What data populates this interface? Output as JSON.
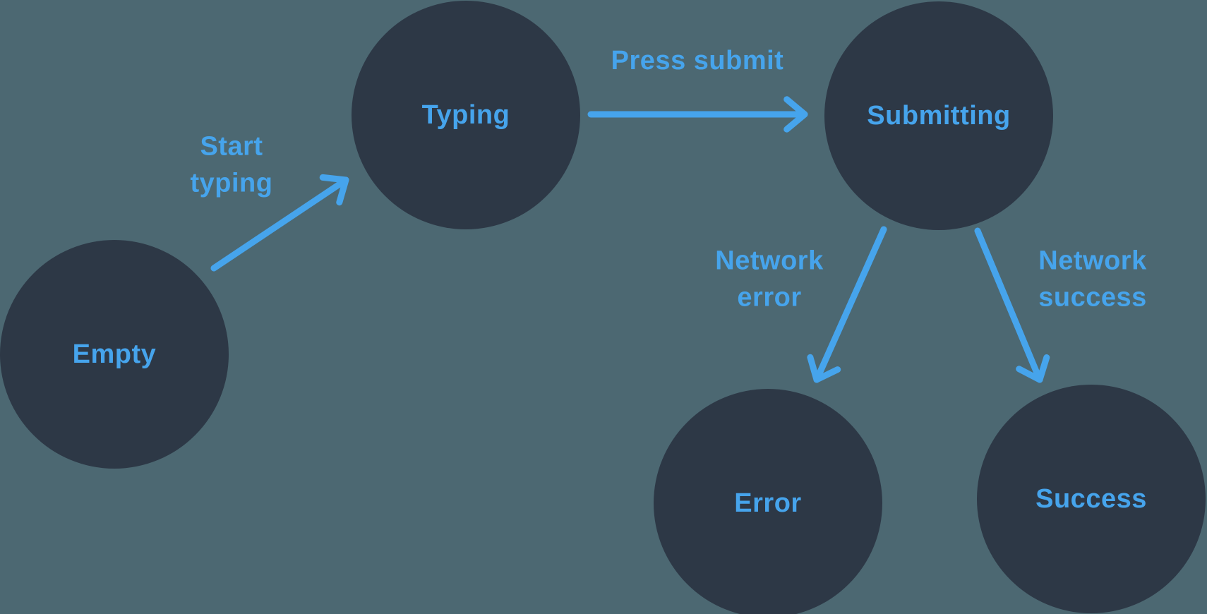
{
  "diagram": {
    "type": "state-machine",
    "states": [
      {
        "id": "empty",
        "label": "Empty"
      },
      {
        "id": "typing",
        "label": "Typing"
      },
      {
        "id": "submitting",
        "label": "Submitting"
      },
      {
        "id": "error",
        "label": "Error"
      },
      {
        "id": "success",
        "label": "Success"
      }
    ],
    "transitions": [
      {
        "from": "empty",
        "to": "typing",
        "label": "Start typing"
      },
      {
        "from": "typing",
        "to": "submitting",
        "label": "Press submit"
      },
      {
        "from": "submitting",
        "to": "error",
        "label": "Network error"
      },
      {
        "from": "submitting",
        "to": "success",
        "label": "Network success"
      }
    ]
  },
  "colors": {
    "background": "#4C6872",
    "node_fill": "#2D3846",
    "accent": "#46A4EC"
  }
}
